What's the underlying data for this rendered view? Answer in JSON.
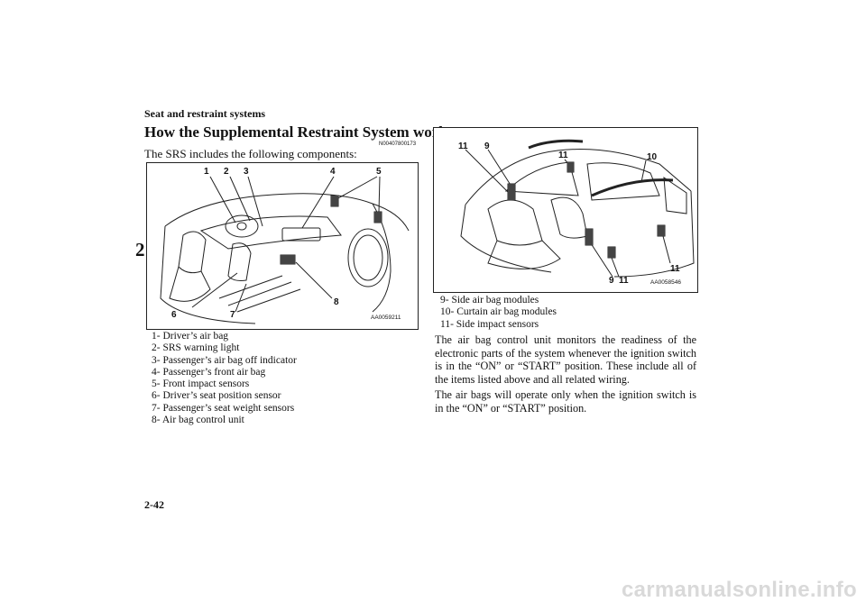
{
  "header": {
    "section": "Seat and restraint systems",
    "tab_number": "2"
  },
  "title": "How the Supplemental Restraint System works",
  "doc_code": "N00407800173",
  "intro": "The SRS includes the following components:",
  "figure1": {
    "code": "AA0059211",
    "callouts": [
      "1",
      "2",
      "3",
      "4",
      "5",
      "6",
      "7",
      "8"
    ]
  },
  "legend1": [
    "1- Driver’s air bag",
    "2- SRS warning light",
    "3- Passenger’s air bag off indicator",
    "4- Passenger’s front air bag",
    "5- Front impact sensors",
    "6- Driver’s seat position sensor",
    "7- Passenger’s seat weight sensors",
    "8- Air bag control unit"
  ],
  "figure2": {
    "code": "AA0058546",
    "callouts": [
      "11",
      "9",
      "11",
      "10",
      "11",
      "9",
      "11"
    ]
  },
  "legend2": [
    "9- Side air bag modules",
    "10- Curtain air bag modules",
    "11- Side impact sensors"
  ],
  "paragraphs": [
    "The air bag control unit monitors the readiness of the electronic parts of the system whenever the ignition switch is in the “ON” or “START” position. These include all of the items listed above and all related wiring.",
    "The air bags will operate only when the ignition switch is in the “ON” or “START” position."
  ],
  "footer": {
    "page_number": "2-42"
  },
  "watermark": "carmanualsonline.info"
}
